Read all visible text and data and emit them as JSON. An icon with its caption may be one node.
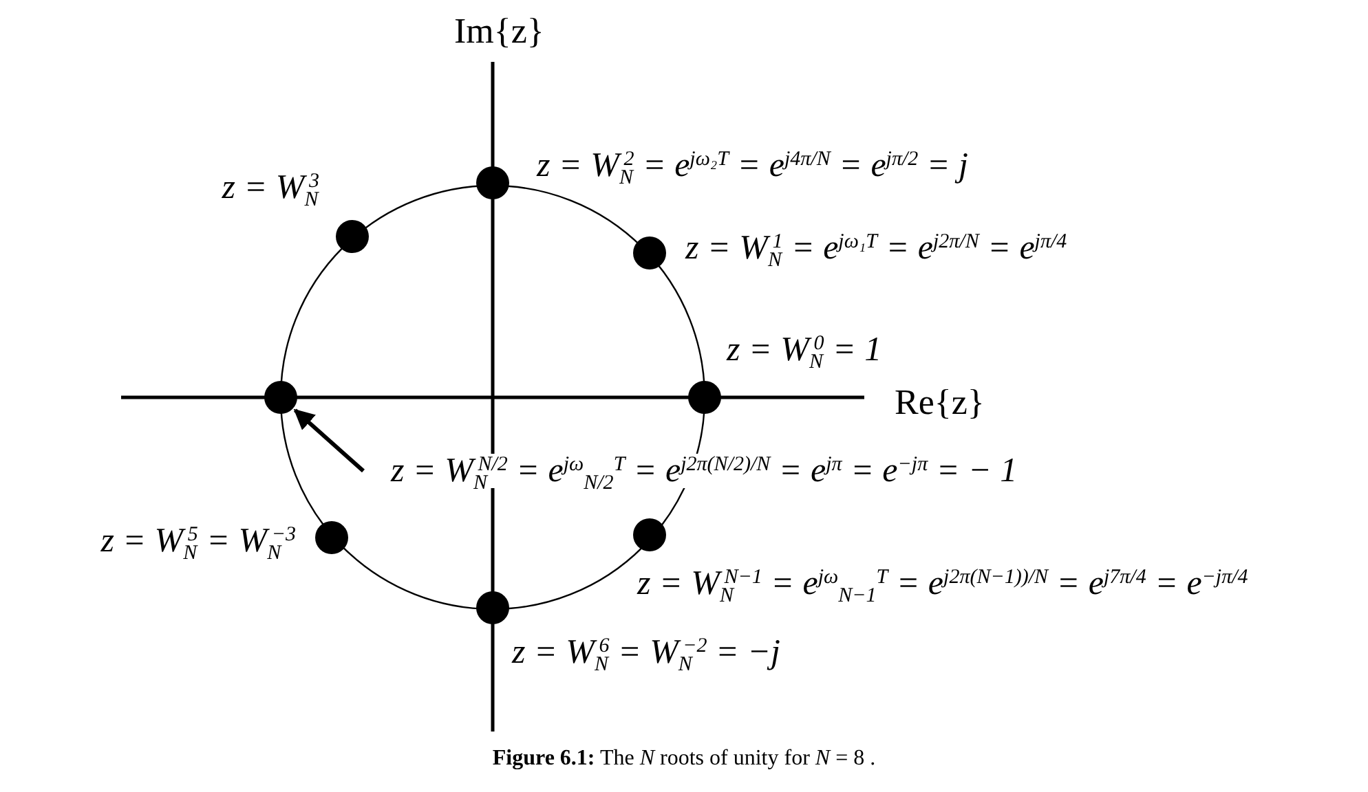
{
  "diagram": {
    "caption": "**Figure 6.1:** The *N* roots of unity for *N* = 8 .",
    "nodes": [
      {
        "text": [],
        "shape": "circle",
        "beside": [
          "z = W$_{N}$$^{2}$ = e$^{jω₂T}$ = e$^{j4π/N}$ = e$^{jπ/2}$ = j"
        ]
      },
      {
        "text": [],
        "shape": "circle",
        "beside": [
          "z = W$_{N}$$^{3}$"
        ]
      },
      {
        "text": [],
        "shape": "circle",
        "beside": [
          "z = W$_{N}$$^{1}$ = e$^{jω₁T}$ = e$^{j2π/N}$ = e$^{jπ/4}$"
        ]
      },
      {
        "text": [],
        "shape": "circle",
        "beside": [
          "z = W$_{N}$$^{0}$ = 1"
        ]
      },
      {
        "text": [],
        "shape": "circle"
      },
      {
        "text": [
          "z = W$_{N}$$^{N/2}$ = e$^{jω}$$_{N/2}$$^{T}$ = e$^{j2π(N/2)/N}$ = e$^{jπ}$ = e$^{−jπ}$ = − 1"
        ]
      },
      {
        "text": [],
        "shape": "circle",
        "beside": [
          "z = W$_{N}$$^{5}$ = W$_{N}$$^{−3}$"
        ]
      },
      {
        "text": [],
        "shape": "circle",
        "beside": [
          "z = W$_{N}$$^{N−1}$ = e$^{jω}$$_{N−1}$$^{T}$ = e$^{j2π(N−1))/N}$ = e$^{j7π/4}$ = e$^{−jπ/4}$"
        ]
      },
      {
        "text": [],
        "shape": "circle",
        "beside": [
          "z = W$_{N}$$^{6}$ = W$_{N}$$^{−2}$ = −j"
        ]
      }
    ],
    "edges": [
      {
        "from": 5,
        "to": 4,
        "arrow": "to"
      }
    ],
    "labels": [
      "Im{z}",
      "Re{z}"
    ]
  }
}
